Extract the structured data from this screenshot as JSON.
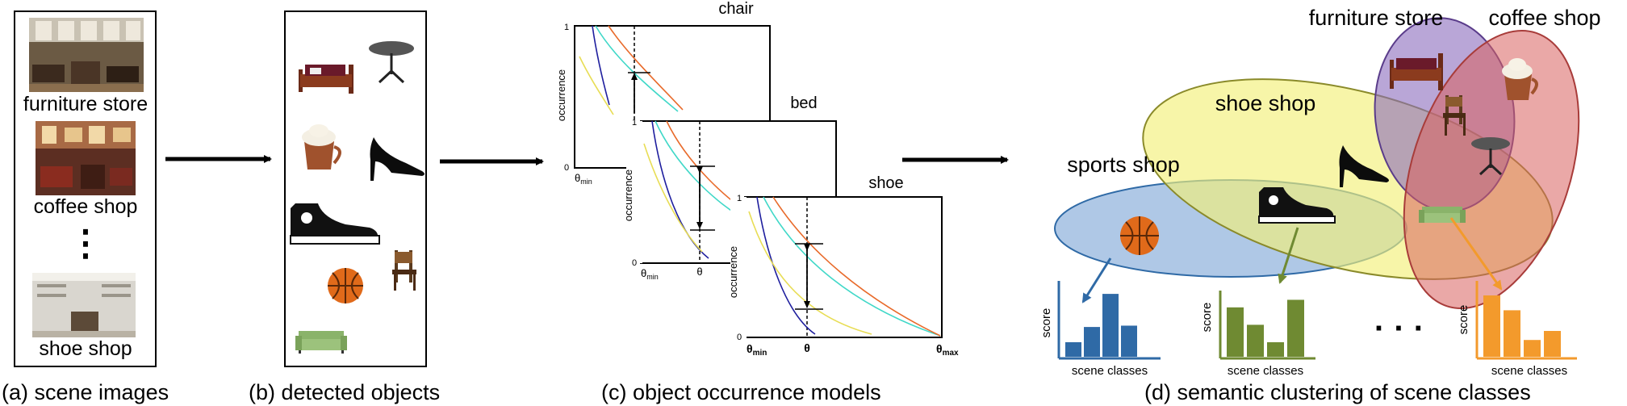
{
  "panel_a": {
    "items": [
      {
        "label": "furniture store"
      },
      {
        "label": "coffee shop"
      },
      {
        "label": "shoe shop"
      }
    ],
    "ellipsis": "⋮",
    "caption": "(a) scene images"
  },
  "panel_b": {
    "caption": "(b) detected objects"
  },
  "panel_c": {
    "caption": "(c) object occurrence models",
    "plots": [
      {
        "title": "chair",
        "ylabel": "occurrence",
        "ytick_top": "1",
        "ytick_bottom": "0",
        "xtick_min": "θ",
        "xtick_min_sub": "min"
      },
      {
        "title": "bed",
        "ylabel": "occurrence",
        "ytick_top": "1",
        "ytick_bottom": "0",
        "xtick_min": "θ",
        "xtick_min_sub": "min",
        "xtick_theta": "θ"
      },
      {
        "title": "shoe",
        "ylabel": "occurrence",
        "ytick_top": "1",
        "ytick_bottom": "0",
        "xtick_min": "θ",
        "xtick_min_sub": "min",
        "xtick_theta": "θ",
        "xtick_max": "θ",
        "xtick_max_sub": "max"
      }
    ],
    "curve_colors": [
      "#1f1f9e",
      "#e8dd55",
      "#40d8c8",
      "#e86a2a"
    ]
  },
  "panel_d": {
    "caption": "(d) semantic clustering of scene classes",
    "clusters": [
      {
        "label": "furniture store",
        "color": "#8a6bbd"
      },
      {
        "label": "coffee shop",
        "color": "#d9605e"
      },
      {
        "label": "shoe shop",
        "color": "#f3f07a"
      },
      {
        "label": "sports shop",
        "color": "#6d9bd1"
      }
    ],
    "histograms": [
      {
        "ylabel": "score",
        "xlabel": "scene classes",
        "color": "#2f6aa6",
        "values": [
          0.22,
          0.45,
          0.95,
          0.47
        ]
      },
      {
        "ylabel": "score",
        "xlabel": "scene classes",
        "color": "#6f8a32",
        "values": [
          0.85,
          0.55,
          0.25,
          0.98
        ]
      },
      {
        "ylabel": "score",
        "xlabel": "scene classes",
        "color": "#f39a2c",
        "values": [
          0.95,
          0.72,
          0.26,
          0.4
        ]
      }
    ],
    "dots": "· · ·"
  }
}
